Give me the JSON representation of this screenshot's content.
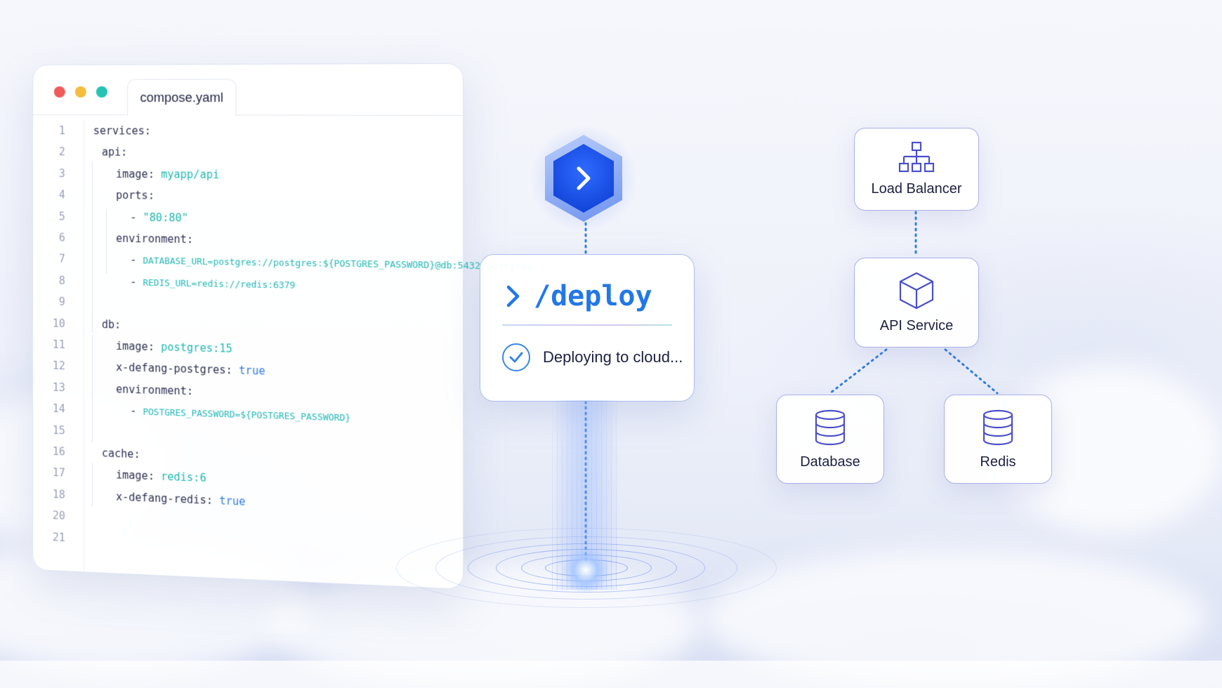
{
  "editor": {
    "tab_label": "compose.yaml",
    "lines": [
      {
        "n": "1",
        "key": "services:",
        "val": "",
        "cls": ""
      },
      {
        "n": "2",
        "key": "api:",
        "val": "",
        "cls": ""
      },
      {
        "n": "3",
        "key": "image:",
        "val": "myapp/api",
        "cls": "v"
      },
      {
        "n": "4",
        "key": "ports:",
        "val": "",
        "cls": ""
      },
      {
        "n": "5",
        "key": "- ",
        "val": "\"80:80\"",
        "cls": "v"
      },
      {
        "n": "6",
        "key": "environment:",
        "val": "",
        "cls": ""
      },
      {
        "n": "7",
        "key": "- ",
        "val": "DATABASE_URL=postgres://postgres:${POSTGRES_PASSWORD}@db:5432/postgres",
        "cls": "env"
      },
      {
        "n": "8",
        "key": "- ",
        "val": "REDIS_URL=redis://redis:6379",
        "cls": "env"
      },
      {
        "n": "9",
        "key": "",
        "val": "",
        "cls": ""
      },
      {
        "n": "10",
        "key": "db:",
        "val": "",
        "cls": ""
      },
      {
        "n": "11",
        "key": "image:",
        "val": "postgres:15",
        "cls": "v"
      },
      {
        "n": "12",
        "key": "x-defang-postgres:",
        "val": "true",
        "cls": "b"
      },
      {
        "n": "13",
        "key": "environment:",
        "val": "",
        "cls": ""
      },
      {
        "n": "14",
        "key": "- ",
        "val": "POSTGRES_PASSWORD=${POSTGRES_PASSWORD}",
        "cls": "env"
      },
      {
        "n": "15",
        "key": "",
        "val": "",
        "cls": ""
      },
      {
        "n": "16",
        "key": "cache:",
        "val": "",
        "cls": ""
      },
      {
        "n": "17",
        "key": "image:",
        "val": "redis:6",
        "cls": "v"
      },
      {
        "n": "18",
        "key": "x-defang-redis:",
        "val": "true",
        "cls": "b"
      },
      {
        "n": "20",
        "key": "",
        "val": "",
        "cls": ""
      },
      {
        "n": "21",
        "key": "",
        "val": "",
        "cls": ""
      }
    ]
  },
  "deploy": {
    "command": "/deploy",
    "status": "Deploying to cloud..."
  },
  "nodes": {
    "load_balancer": "Load Balancer",
    "api_service": "API Service",
    "database": "Database",
    "redis": "Redis"
  },
  "colors": {
    "accent_blue": "#2377e6",
    "hex_blue": "#1446db",
    "node_border": "#a9b0ea",
    "yaml_value": "#20b8b0"
  },
  "icons": {
    "hex": "chevron-right-icon",
    "lb": "sitemap-icon",
    "api": "cube-icon",
    "db": "database-icon",
    "redis": "database-icon"
  }
}
